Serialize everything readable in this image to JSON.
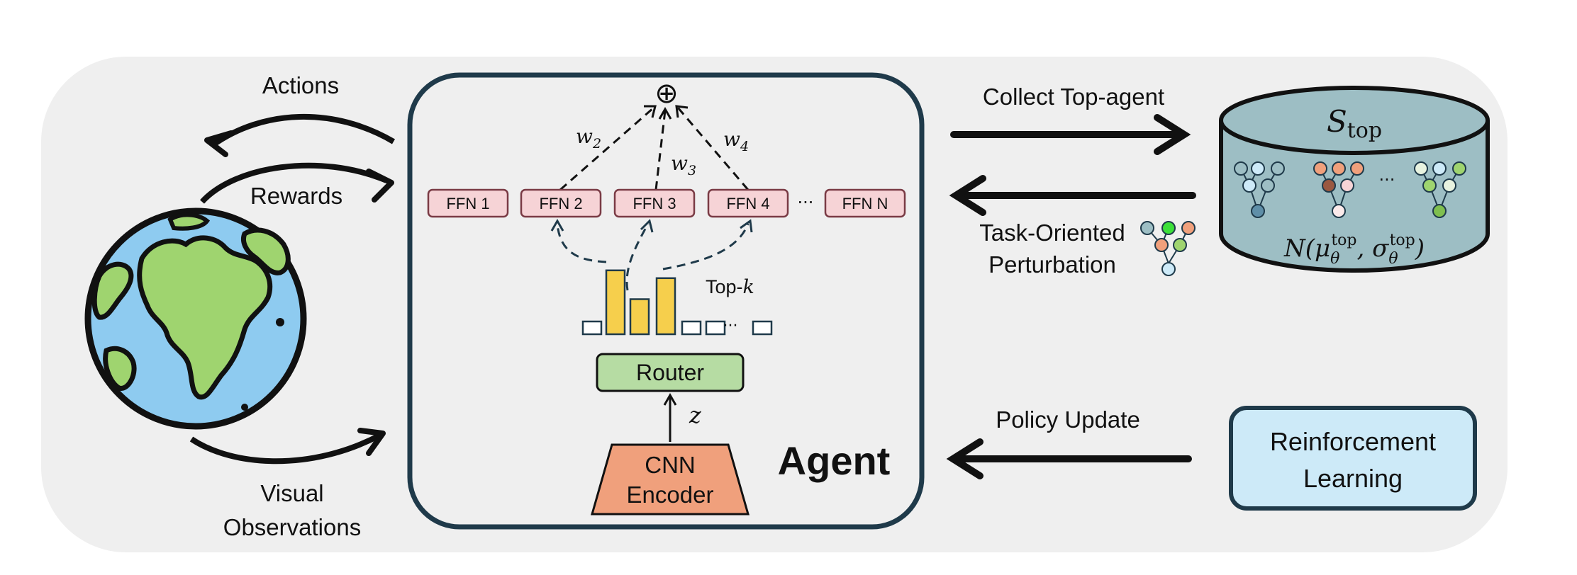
{
  "environment": {
    "actions_label": "Actions",
    "rewards_label": "Rewards",
    "observations_label_line1": "Visual",
    "observations_label_line2": "Observations"
  },
  "agent": {
    "title": "Agent",
    "sum_symbol": "⊕",
    "weights": {
      "w2": "w",
      "w2_sub": "2",
      "w3": "w",
      "w3_sub": "3",
      "w4": "w",
      "w4_sub": "4"
    },
    "experts": [
      "FFN 1",
      "FFN 2",
      "FFN 3",
      "FFN 4",
      "FFN N"
    ],
    "experts_ellipsis": "···",
    "topk_label": "Top-",
    "topk_var": "k",
    "router_label": "Router",
    "latent_label": "z",
    "encoder_line1": "CNN",
    "encoder_line2": "Encoder",
    "gate_ellipsis": "···",
    "gate_scores": [
      0,
      0.82,
      0.45,
      0.72,
      0,
      0,
      0
    ]
  },
  "arrows": {
    "collect_label": "Collect Top-agent",
    "perturb_line1": "Task-Oriented",
    "perturb_line2": "Perturbation",
    "policy_label": "Policy Update"
  },
  "storage": {
    "title_var": "S",
    "title_sub": "top",
    "ellipsis": "···",
    "dist_N": "N(",
    "dist_mu": "μ",
    "dist_sigma": "σ",
    "dist_theta": "θ",
    "dist_top": "top",
    "dist_close": ")"
  },
  "rl": {
    "line1": "Reinforcement",
    "line2": "Learning"
  },
  "colors": {
    "panel_bg": "#efefef",
    "agent_border": "#1f3a4a",
    "ffn_fill": "#f6d3d6",
    "ffn_stroke": "#7a3b45",
    "router_fill": "#b6dca3",
    "encoder_fill": "#f0a07c",
    "bar_fill": "#f6cf4c",
    "db_fill": "#9dbec4",
    "rl_fill": "#cdeaf8",
    "globe_water": "#8ecbf0",
    "globe_land": "#9fd46f"
  }
}
